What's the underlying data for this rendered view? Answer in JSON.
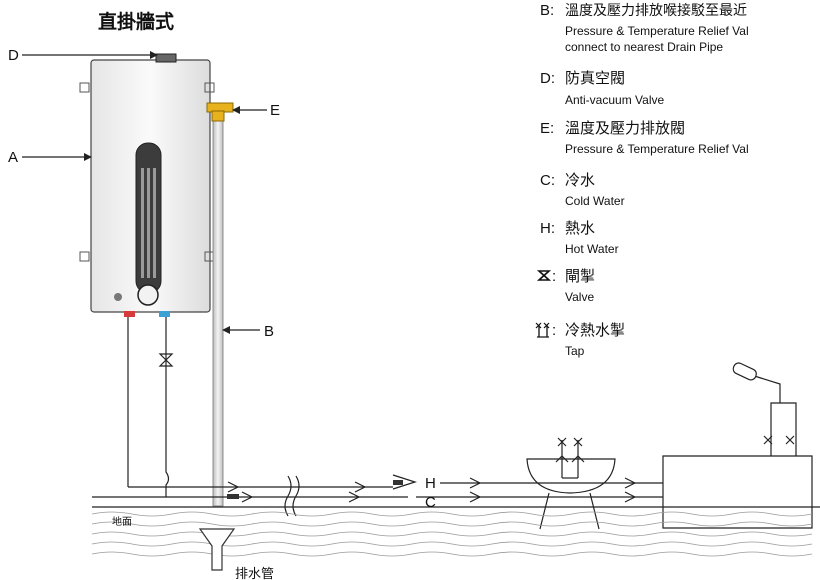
{
  "title": "直掛牆式",
  "labels": {
    "A": "A",
    "B": "B",
    "C": "C",
    "D": "D",
    "E": "E",
    "H": "H",
    "ground": "地面",
    "drain": "排水管"
  },
  "legend": [
    {
      "key": "B:",
      "zh": "溫度及壓力排放喉接駁至最近",
      "en1": "Pressure & Temperature Relief Val",
      "en2": "connect to nearest Drain Pipe"
    },
    {
      "key": "D:",
      "zh": "防真空閥",
      "en1": "Anti-vacuum Valve"
    },
    {
      "key": "E:",
      "zh": "溫度及壓力排放閥",
      "en1": "Pressure & Temperature Relief Val"
    },
    {
      "key": "C:",
      "zh": "冷水",
      "en1": "Cold Water"
    },
    {
      "key": "H:",
      "zh": "熱水",
      "en1": "Hot Water"
    },
    {
      "key": ":",
      "zh": "閘掣",
      "en1": "Valve",
      "icon": "valve-icon"
    },
    {
      "key": ":",
      "zh": "冷熱水掣",
      "en1": "Tap",
      "icon": "tap-icon"
    }
  ],
  "colors": {
    "hot": "#d63a3a",
    "cold": "#3aa0d6",
    "relief_valve": "#e8b21f",
    "heater_body": "#f2f2f2"
  }
}
